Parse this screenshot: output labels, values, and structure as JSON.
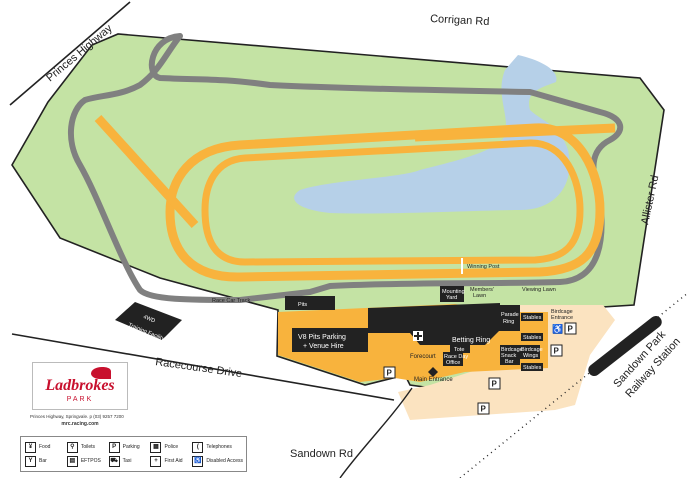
{
  "roads": {
    "princes_highway": "Princes Highway",
    "corrigan_rd": "Corrigan Rd",
    "allister_rd": "Allister Rd",
    "racecourse_drive": "Racecourse Drive",
    "sandown_rd": "Sandown Rd"
  },
  "features": {
    "race_car_track": "Race Car Track",
    "pits": "Pits",
    "winning_post": "Winning Post",
    "training_facility": [
      "4WD",
      "Training Facility"
    ],
    "v8_pits_parking": [
      "V8 Pits Parking",
      "+ Venue Hire"
    ],
    "betting_ring": "Betting Ring",
    "forecourt": "Forecourt",
    "tote": "Tote",
    "race_day_office": [
      "Race Day",
      "Office"
    ],
    "main_entrance": "Main Entrance",
    "mounting_yard": [
      "Mounting",
      "Yard"
    ],
    "members_lawn": [
      "Members'",
      "Lawn"
    ],
    "viewing_lawn": "Viewing Lawn",
    "parade_ring": [
      "Parade",
      "Ring"
    ],
    "birdcage_entrance": [
      "Birdcage",
      "Entrance"
    ],
    "stables_1": "Stables",
    "stables_2": "Stables",
    "stables_3": "Stables",
    "birdcage_snack_bar": [
      "Birdcage",
      "Snack",
      "Bar"
    ],
    "birdcage_wings": [
      "Birdcage",
      "Wings"
    ],
    "station": [
      "Sandown Park",
      "Railway Station"
    ],
    "parking_symbol": "P"
  },
  "logo": {
    "brand": "Ladbrokes",
    "sub": "PARK",
    "address": "Princes Highway, Springvale. p (03) 9257 7200",
    "web": "mrc.racing.com"
  },
  "legend": {
    "items": [
      {
        "icon": "food-icon",
        "glyph": "¥",
        "label": "Food"
      },
      {
        "icon": "toilets-icon",
        "glyph": "⚲",
        "label": "Toilets"
      },
      {
        "icon": "parking-icon",
        "glyph": "P",
        "label": "Parking"
      },
      {
        "icon": "police-icon",
        "glyph": "▦",
        "label": "Police"
      },
      {
        "icon": "telephone-icon",
        "glyph": "(",
        "label": "Telephones"
      },
      {
        "icon": "bar-icon",
        "glyph": "Y",
        "label": "Bar"
      },
      {
        "icon": "eftpos-icon",
        "glyph": "▤",
        "label": "EFTPOS"
      },
      {
        "icon": "taxi-icon",
        "glyph": "⛟",
        "label": "Taxi"
      },
      {
        "icon": "first-aid-icon",
        "glyph": "+",
        "label": "First Aid"
      },
      {
        "icon": "disabled-access-icon",
        "glyph": "♿",
        "label": "Disabled Access"
      }
    ]
  },
  "colors": {
    "infield": "#c4e3a4",
    "water": "#b6d0e8",
    "track": "#f8b33d",
    "road": "#808080",
    "building": "#222222",
    "precinct": "#fbe3c0",
    "logo_red": "#c8102e"
  }
}
